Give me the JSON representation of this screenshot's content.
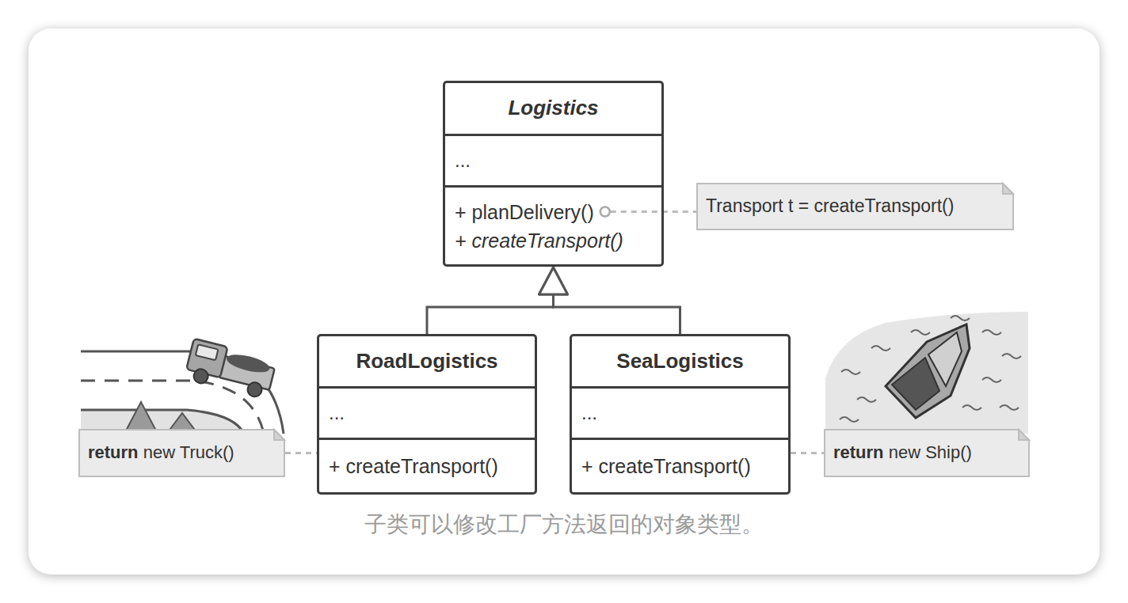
{
  "diagram": {
    "caption": "子类可以修改工厂方法返回的对象类型。",
    "nodes": [
      {
        "text": [
          "Logistics",
          "...",
          "+ planDelivery()",
          "+ createTransport()"
        ]
      },
      {
        "text": [
          "Transport t = createTransport()"
        ]
      },
      {
        "text": [
          "RoadLogistics",
          "...",
          "+ createTransport()"
        ]
      },
      {
        "text": [
          "SeaLogistics",
          "...",
          "+ createTransport()"
        ]
      },
      {
        "text": [
          "return",
          "new Truck()"
        ]
      },
      {
        "text": [
          "return",
          "new Ship()"
        ]
      }
    ],
    "edges": [
      {
        "from": 2,
        "to": 0,
        "arrow": "to"
      },
      {
        "from": 3,
        "to": 0,
        "arrow": "to"
      },
      {
        "from": 0,
        "to": 1,
        "arrow": "none"
      },
      {
        "from": 4,
        "to": 2,
        "arrow": "none"
      },
      {
        "from": 5,
        "to": 3,
        "arrow": "none"
      }
    ]
  }
}
